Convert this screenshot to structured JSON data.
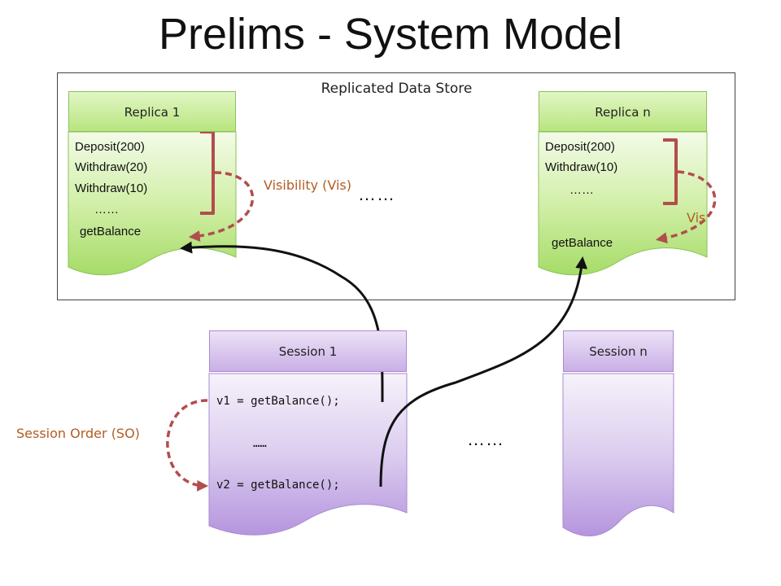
{
  "title": "Prelims - System Model",
  "store": {
    "label": "Replicated Data Store",
    "between_replicas": "……"
  },
  "replica1": {
    "header": "Replica 1",
    "ops": [
      "Deposit(200)",
      "Withdraw(20)",
      "Withdraw(10)",
      "……"
    ],
    "query": "getBalance"
  },
  "replican": {
    "header": "Replica n",
    "ops": [
      "Deposit(200)",
      "Withdraw(10)",
      "……"
    ],
    "query": "getBalance"
  },
  "session1": {
    "header": "Session 1",
    "lines": [
      "v1 = getBalance();",
      "……",
      "v2 = getBalance();"
    ]
  },
  "sessionn": {
    "header": "Session n"
  },
  "between_sessions": "……",
  "labels": {
    "visibility": "Visibility (Vis)",
    "vis": "Vis",
    "session_order": "Session Order (SO)"
  },
  "colors": {
    "replica_fill_top": "#eaf9d6",
    "replica_fill_bottom": "#a9de6c",
    "session_fill_top": "#f2ecfa",
    "session_fill_bottom": "#b99ae0",
    "relation": "#b34d4d",
    "label": "#b25d22",
    "arrow": "#111111"
  }
}
